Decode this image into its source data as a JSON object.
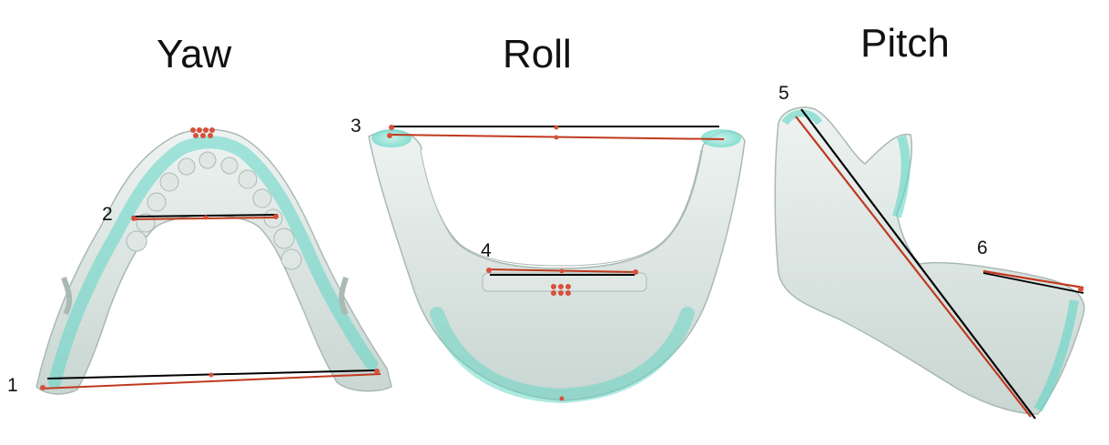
{
  "panels": [
    {
      "id": "yaw",
      "title": "Yaw"
    },
    {
      "id": "roll",
      "title": "Roll"
    },
    {
      "id": "pitch",
      "title": "Pitch"
    }
  ],
  "markers": [
    "1",
    "2",
    "3",
    "4",
    "5",
    "6"
  ],
  "colors": {
    "background": "#ffffff",
    "bone": "#e4ebe8",
    "bone_shadow": "#b9c7c2",
    "overlay": "#3fd3c2",
    "reference_line": "#000000",
    "measured_line": "#c0391f",
    "landmark": "#d9503a"
  },
  "description_icons": [
    "mandible-occlusal-view",
    "mandible-frontal-view",
    "mandible-lateral-view"
  ]
}
